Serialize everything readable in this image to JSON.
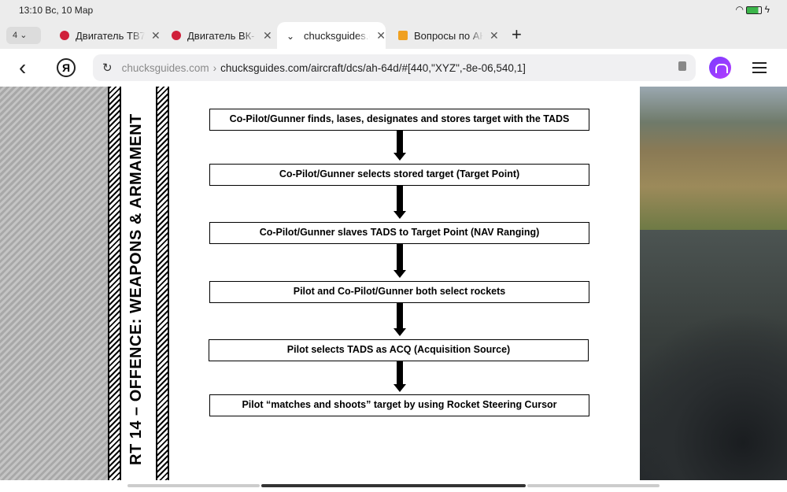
{
  "status": {
    "time": "13:10 Вс, 10 Мар",
    "battery_icon": "battery-charging-icon",
    "wifi_icon": "wifi-icon"
  },
  "tabs": {
    "count": "4",
    "items": [
      {
        "title": "Двигатель ТВ7",
        "favicon_color": "#d0203a",
        "active": false
      },
      {
        "title": "Двигатель ВК-",
        "favicon_color": "#d0203a",
        "active": false
      },
      {
        "title": "chucksguides.c",
        "favicon_color": "#222222",
        "active": true
      },
      {
        "title": "Вопросы по АН",
        "favicon_color": "#f0a020",
        "active": false
      }
    ],
    "close": "✕",
    "new_tab": "+"
  },
  "address": {
    "domain": "chucksguides.com",
    "separator": "›",
    "url": "chucksguides.com/aircraft/dcs/ah-64d/#[440,\"XYZ\",-8e-06,540,1]",
    "yandex": "Я"
  },
  "page": {
    "side_title": "RT 14 – OFFENCE: WEAPONS & ARMAMENT",
    "steps": [
      "Co-Pilot/Gunner finds, lases, designates and stores target with the TADS",
      "Co-Pilot/Gunner selects stored target (Target Point)",
      "Co-Pilot/Gunner slaves TADS to Target Point (NAV Ranging)",
      "Pilot and Co-Pilot/Gunner both select rockets",
      "Pilot selects TADS as ACQ (Acquisition Source)",
      "Pilot “matches and shoots” target by using Rocket Steering Cursor"
    ]
  }
}
